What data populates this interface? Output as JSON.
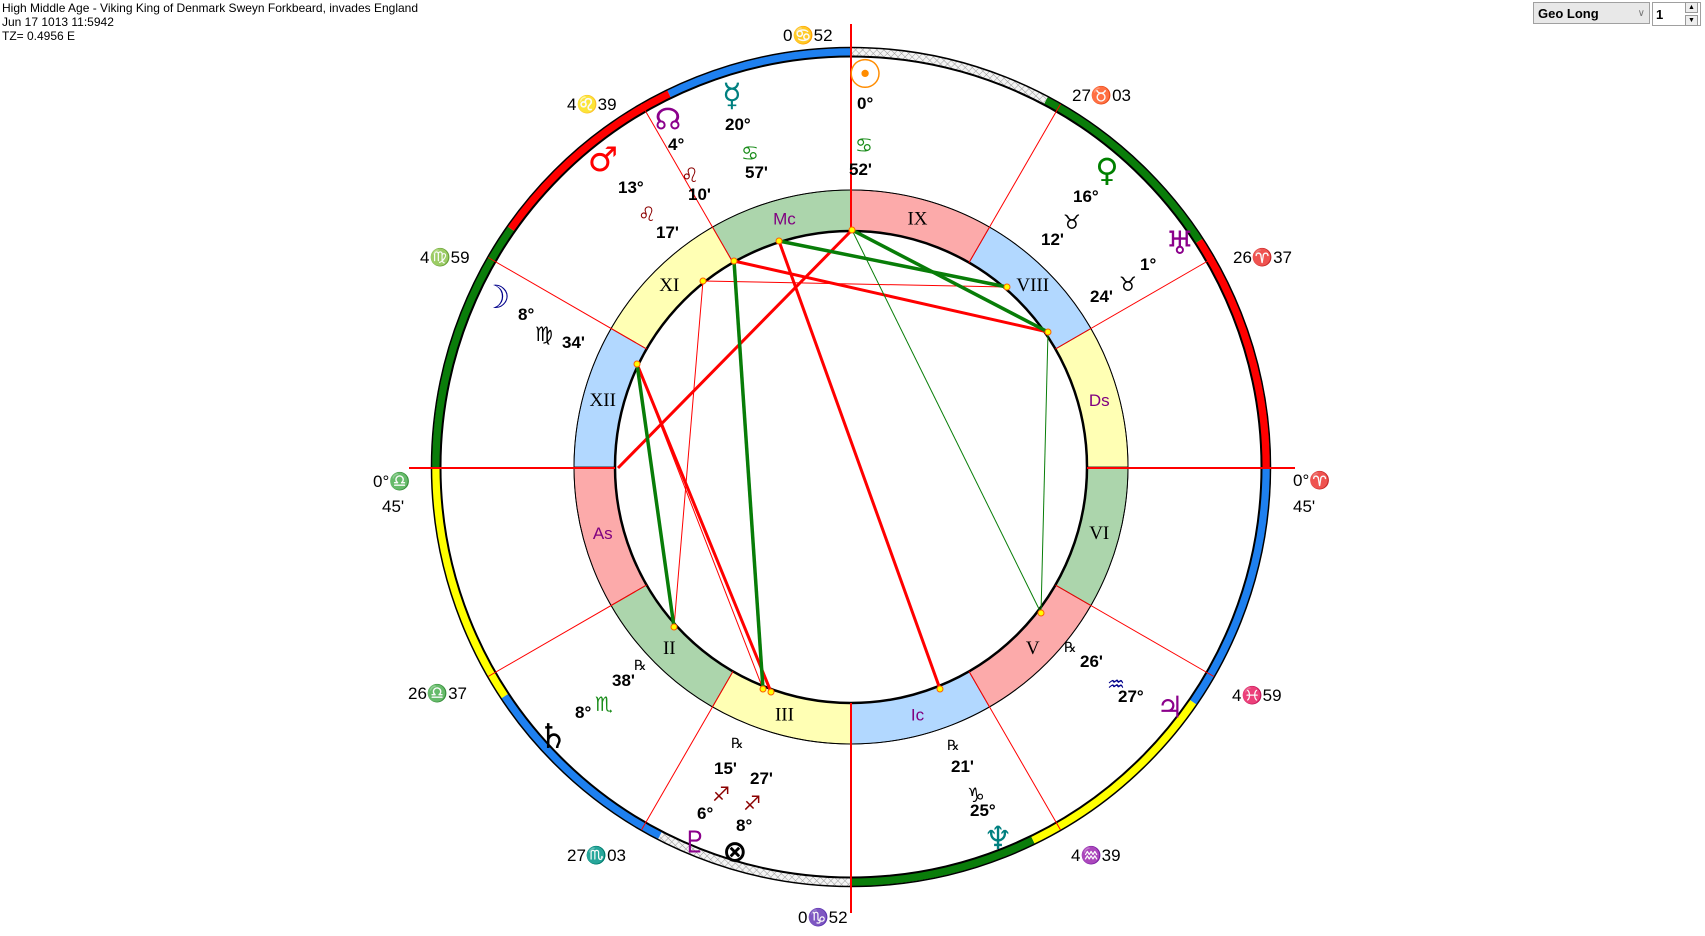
{
  "header": {
    "title": "High Middle Age -  Viking King of Denmark Sweyn Forkbeard, invades England",
    "datetime": "Jun 17 1013 11:5942",
    "timezone": "TZ=  0.4956 E"
  },
  "controls": {
    "mode_select": "Geo Long",
    "spinner_value": "1"
  },
  "cusps": {
    "mc": "0♋52",
    "h11": "4♌39",
    "h12": "4♍59",
    "h9": "27♉03",
    "h8": "26♈37",
    "dsc_deg": "0°♈",
    "dsc_min": "45'",
    "h6": "4♓59",
    "h5": "4♒39",
    "ic": "0♑52",
    "h3": "27♏03",
    "h2": "26♎37",
    "asc_deg": "0°♎",
    "asc_min": "45'"
  },
  "houses": [
    "As",
    "II",
    "III",
    "Ic",
    "V",
    "VI",
    "Ds",
    "VIII",
    "IX",
    "Mc",
    "XI",
    "XII"
  ],
  "planets": {
    "sun": {
      "glyph": "☉",
      "deg": "0°",
      "sign": "♋",
      "min": "52'",
      "retro": null,
      "color": "#ff8c00",
      "sign_color": "#1a8c1a"
    },
    "mercury": {
      "glyph": "☿",
      "deg": "20°",
      "sign": "♋",
      "min": "57'",
      "retro": null,
      "color": "#008080",
      "sign_color": "#1a8c1a"
    },
    "node": {
      "glyph": "☊",
      "deg": "4°",
      "sign": "♌",
      "min": "10'",
      "retro": null,
      "color": "#8b008b",
      "sign_color": "#8b0000"
    },
    "mars": {
      "glyph": "♂",
      "deg": "13°",
      "sign": "♌",
      "min": "17'",
      "retro": null,
      "color": "#ff0000",
      "sign_color": "#8b0000"
    },
    "moon": {
      "glyph": "☽",
      "deg": "8°",
      "sign": "♍",
      "min": "34'",
      "retro": null,
      "color": "#00008b",
      "sign_color": "#000000"
    },
    "venus": {
      "glyph": "♀",
      "deg": "16°",
      "sign": "♉",
      "min": "12'",
      "retro": null,
      "color": "#008000",
      "sign_color": "#000000"
    },
    "uranus": {
      "glyph": "♅",
      "deg": "1°",
      "sign": "♉",
      "min": "24'",
      "retro": null,
      "color": "#8b008b",
      "sign_color": "#000000"
    },
    "jupiter": {
      "glyph": "♃",
      "deg": "27°",
      "sign": "♒",
      "min": "26'",
      "retro": "℞",
      "color": "#8b008b",
      "sign_color": "#00008b"
    },
    "neptune": {
      "glyph": "♆",
      "deg": "25°",
      "sign": "♑",
      "min": "21'",
      "retro": "℞",
      "color": "#008080",
      "sign_color": "#000000"
    },
    "saturn": {
      "glyph": "♄",
      "deg": "8°",
      "sign": "♏",
      "min": "38'",
      "retro": "℞",
      "color": "#000000",
      "sign_color": "#1a8c1a"
    },
    "pluto": {
      "glyph": "♇",
      "deg": "6°",
      "sign": "♐",
      "min": "15'",
      "retro": "℞",
      "color": "#8b008b",
      "sign_color": "#8b0000"
    },
    "fortune": {
      "glyph": "⊗",
      "deg": "8°",
      "sign": "♐",
      "min": "27'",
      "retro": null,
      "color": "#000000",
      "sign_color": "#8b0000"
    }
  },
  "colors": {
    "fire": "#ff0000",
    "earth": "#0a7d0a",
    "air": "#ffff00",
    "water": "#1e80f0",
    "wheel_pink": "#fcaaaa",
    "wheel_green": "#acd5ac",
    "wheel_yellow": "#ffffb4",
    "wheel_blue": "#b2d8ff",
    "aspect_hard": "#ff0000",
    "aspect_soft": "#087d08"
  }
}
